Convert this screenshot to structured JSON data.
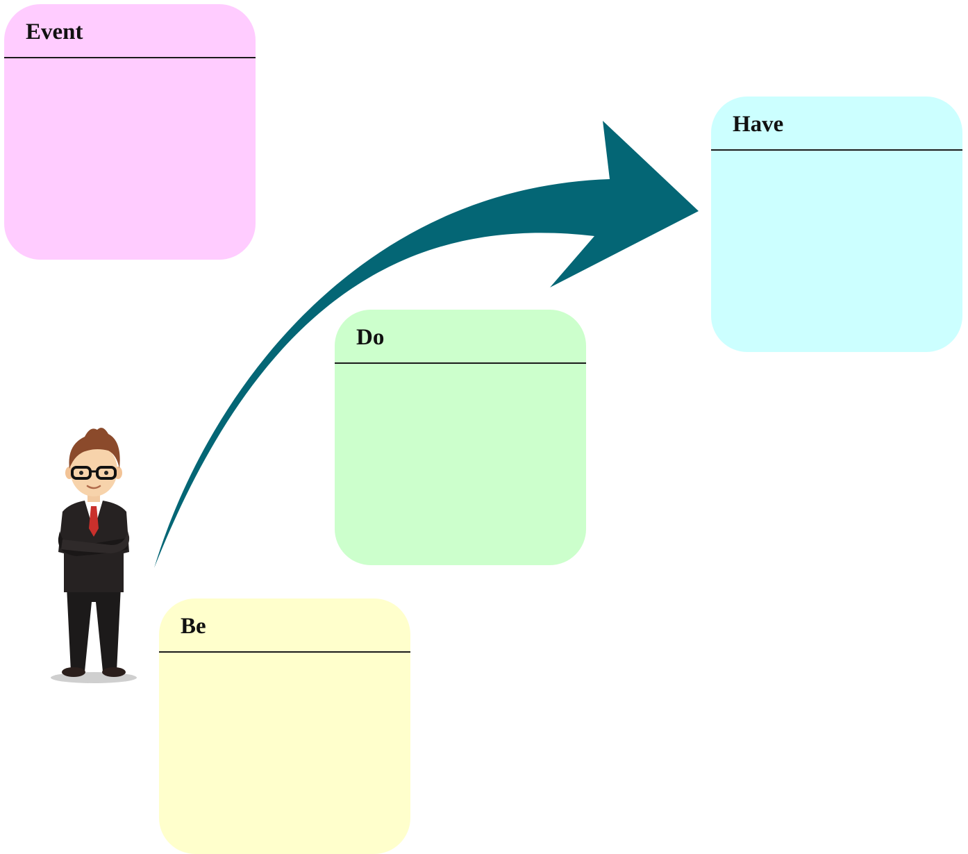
{
  "cards": {
    "event": {
      "title": "Event",
      "color": "#FFCCFF"
    },
    "have": {
      "title": "Have",
      "color": "#CCFFFF"
    },
    "do": {
      "title": "Do",
      "color": "#CCFFCC"
    },
    "be": {
      "title": "Be",
      "color": "#FFFFCC"
    }
  },
  "arrow": {
    "color": "#046675",
    "icon": "curved-arrow-icon"
  },
  "figure": {
    "icon": "businessman-icon"
  }
}
